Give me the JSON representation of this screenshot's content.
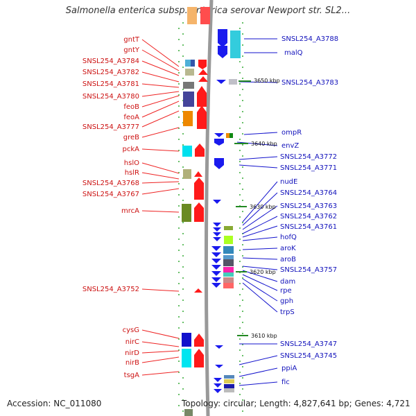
{
  "title": "Salmonella enterica subsp. enterica serovar Newport str. SL2...",
  "footer": {
    "accession": "Accession: NC_011080",
    "topology": "Topology: circular; Length: 4,827,641 bp; Genes: 4,721"
  },
  "colors": {
    "left_labels": "#cc1111",
    "right_labels": "#1111bb",
    "forward_strand": "#ff1a1a",
    "reverse_strand": "#1a1aee",
    "backbone": "#999999",
    "tick": "#228822"
  },
  "kbp_markers": [
    "3650 kbp",
    "3640 kbp",
    "3630 kbp",
    "3620 kbp",
    "3610 kbp"
  ],
  "left_genes": [
    "gntT",
    "gntY",
    "SNSL254_A3784",
    "SNSL254_A3782",
    "SNSL254_A3781",
    "SNSL254_A3780",
    "feoB",
    "feoA",
    "SNSL254_A3777",
    "greB",
    "pckA",
    "hslO",
    "hslR",
    "SNSL254_A3768",
    "SNSL254_A3767",
    "mrcA",
    "SNSL254_A3752",
    "cysG",
    "nirC",
    "nirD",
    "nirB",
    "tsgA"
  ],
  "right_genes": [
    "SNSL254_A3788",
    "malQ",
    "SNSL254_A3783",
    "ompR",
    "envZ",
    "SNSL254_A3772",
    "SNSL254_A3771",
    "nudE",
    "SNSL254_A3764",
    "SNSL254_A3763",
    "SNSL254_A3762",
    "SNSL254_A3761",
    "hofQ",
    "aroK",
    "aroB",
    "SNSL254_A3757",
    "dam",
    "rpe",
    "gph",
    "trpS",
    "SNSL254_A3747",
    "SNSL254_A3745",
    "ppiA",
    "fic"
  ]
}
